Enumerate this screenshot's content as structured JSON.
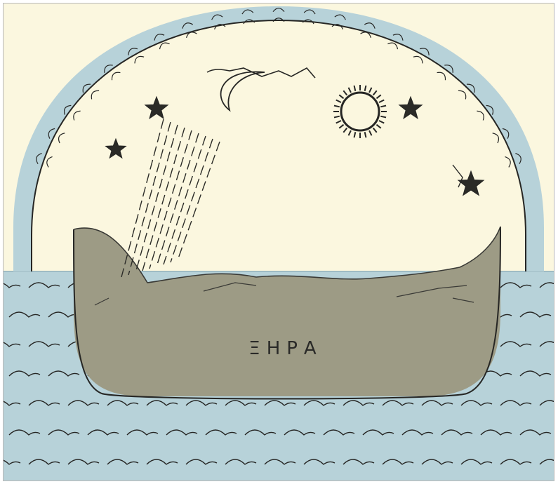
{
  "diagram": {
    "land_label": "ΞΗΡΑ",
    "elements": [
      "firmament-dome",
      "celestial-ocean",
      "sun",
      "crescent-moon",
      "stars",
      "rain",
      "earth-disk",
      "lower-ocean"
    ]
  },
  "colors": {
    "paper": "#fbf7df",
    "water": "#b7d2d9",
    "land": "#9d9b85",
    "ink": "#262624",
    "star": "#2b2b27"
  }
}
